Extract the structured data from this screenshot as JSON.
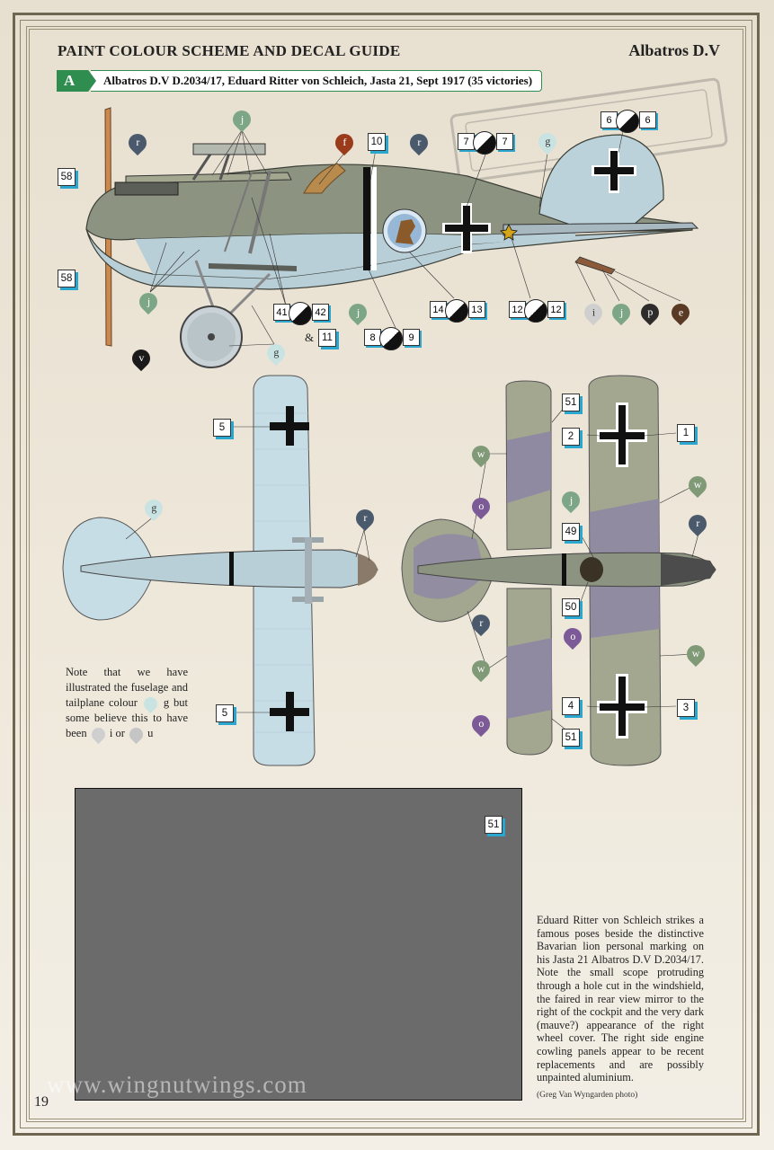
{
  "header": {
    "title": "PAINT COLOUR SCHEME AND DECAL GUIDE",
    "aircraft": "Albatros D.V"
  },
  "banner": {
    "letter": "A",
    "text": "Albatros D.V D.2034/17, Eduard Ritter von Schleich, Jasta 21, Sept 1917 (35 victories)"
  },
  "colors": {
    "frame": "#6f6652",
    "banner_green": "#2f8d4f",
    "callout_shadow": "#2aa6cf",
    "r": "#4a5a6c",
    "j": "#7da687",
    "g": "#c9e3e3",
    "f": "#9a3b1c",
    "v": "#1a1a1a",
    "i": "#cfcfcf",
    "p": "#2e2b2b",
    "e": "#5a3a24",
    "w": "#809a78",
    "o": "#7b5a97",
    "u": "#c5c5c5",
    "fuselage_blue": "#b9cfd8",
    "fuselage_green": "#8c9481",
    "wing_mauve": "#8c84a6",
    "wing_green": "#a3a790"
  },
  "side_view": {
    "callouts": [
      "58",
      "58",
      "10",
      "41",
      "42",
      "11",
      "8",
      "9",
      "14",
      "13",
      "12",
      "12",
      "7",
      "7",
      "6",
      "6"
    ],
    "amp": "&",
    "drops": [
      {
        "key": "r",
        "label": "r"
      },
      {
        "key": "j",
        "label": "j"
      },
      {
        "key": "f",
        "label": "f"
      },
      {
        "key": "r",
        "label": "r"
      },
      {
        "key": "g",
        "label": "g"
      },
      {
        "key": "j",
        "label": "j"
      },
      {
        "key": "v",
        "label": "v"
      },
      {
        "key": "g",
        "label": "g"
      },
      {
        "key": "j",
        "label": "j"
      },
      {
        "key": "i",
        "label": "i"
      },
      {
        "key": "j",
        "label": "j"
      },
      {
        "key": "p",
        "label": "p"
      },
      {
        "key": "e",
        "label": "e"
      }
    ]
  },
  "lower_view": {
    "callouts": [
      "5",
      "5"
    ],
    "drops": [
      {
        "key": "g",
        "label": "g"
      },
      {
        "key": "r",
        "label": "r"
      }
    ]
  },
  "upper_view": {
    "callouts": [
      "51",
      "2",
      "1",
      "49",
      "50",
      "4",
      "3",
      "51"
    ],
    "drops": [
      {
        "key": "w",
        "label": "w"
      },
      {
        "key": "o",
        "label": "o"
      },
      {
        "key": "j",
        "label": "j"
      },
      {
        "key": "w",
        "label": "w"
      },
      {
        "key": "r",
        "label": "r"
      },
      {
        "key": "r",
        "label": "r"
      },
      {
        "key": "o",
        "label": "o"
      },
      {
        "key": "w",
        "label": "w"
      },
      {
        "key": "w",
        "label": "w"
      },
      {
        "key": "o",
        "label": "o"
      }
    ]
  },
  "note": {
    "text_1": "Note that we have illustrated the fuselage and tailplane colour",
    "drop_1": "g",
    "text_2": "but some believe this to have been",
    "drop_2": "i",
    "text_3": "or",
    "drop_3": "u"
  },
  "photo": {
    "callout": "51"
  },
  "caption": {
    "text": "Eduard Ritter von Schleich strikes a famous poses beside the distinctive Bavarian lion personal marking on his Jasta 21 Albatros D.V D.2034/17. Note the small scope protruding through a hole cut in the windshield, the faired in rear view mirror to the right of the cockpit and the very dark (mauve?) appearance of the right wheel cover. The right side engine cowling panels appear to be recent replacements and are possibly unpainted aluminium.",
    "credit": "(Greg Van Wyngarden photo)"
  },
  "watermark": "www.wingnutwings.com",
  "page_number": "19"
}
